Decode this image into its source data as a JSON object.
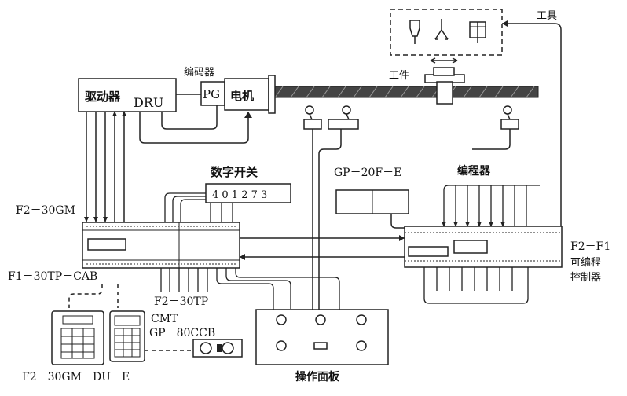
{
  "labels": {
    "tools": "工具",
    "workpiece": "工件",
    "encoder": "编码器",
    "driver": "驱动器",
    "dru": "DRU",
    "pg": "PG",
    "motor": "电机",
    "digital_switch": "数字开关",
    "digits": "4 0 1 2 7 3",
    "gp20fe": "GP－20F－E",
    "programmer": "编程器",
    "f2_30gm": "F2－30GM",
    "f1_30tp_cab": "F1－30TP－CAB",
    "f2_30tp": "F2－30TP",
    "cmt": "CMT",
    "gp80ccb": "GP－80CCB",
    "f2_30gm_du_e": "F2－30GM－DU－E",
    "operation_panel": "操作面板",
    "f2_f1": "F2－F1",
    "plc_line1": "可编程",
    "plc_line2": "控制器"
  },
  "colors": {
    "line": "#1a1a1a",
    "fill": "#ffffff",
    "shade": "#e6e6e6"
  }
}
